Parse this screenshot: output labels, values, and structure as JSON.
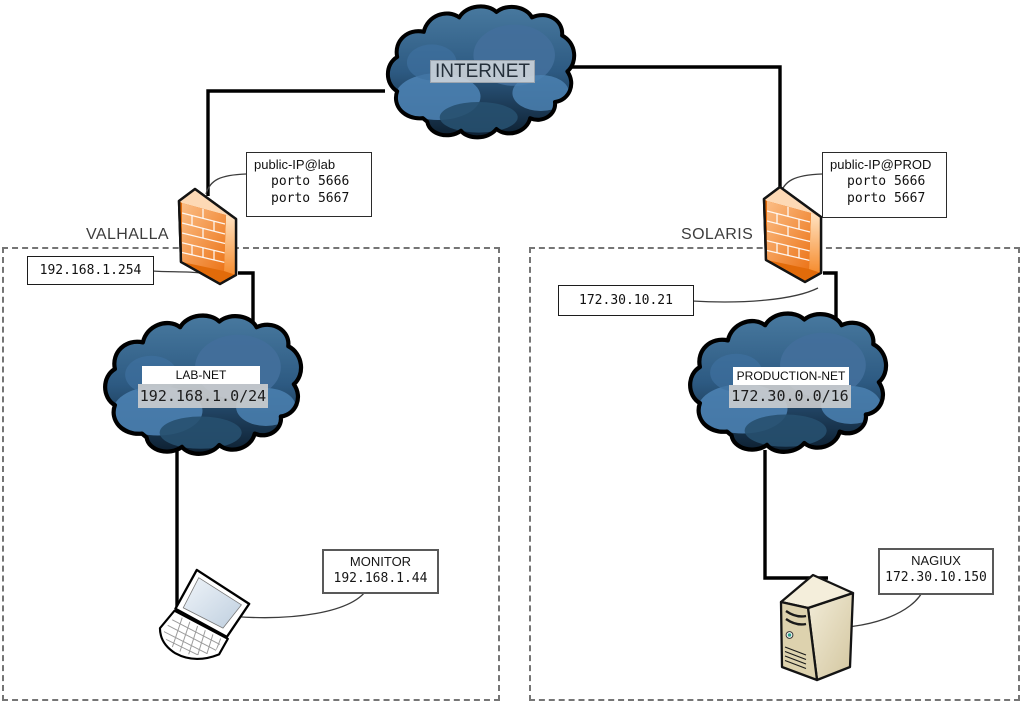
{
  "diagram": {
    "internet": {
      "label": "INTERNET",
      "icon": "cloud-icon"
    },
    "sites": {
      "lab": {
        "name": "VALHALLA",
        "firewall": {
          "icon": "firewall-icon",
          "note_title": "public-IP@lab",
          "note_lines": [
            "porto 5666",
            "porto 5667"
          ],
          "inside_ip": "192.168.1.254"
        },
        "network": {
          "icon": "cloud-icon",
          "name": "LAB-NET",
          "subnet": "192.168.1.0/24"
        },
        "host": {
          "icon": "laptop-icon",
          "name": "MONITOR",
          "ip": "192.168.1.44"
        }
      },
      "prod": {
        "name": "SOLARIS",
        "firewall": {
          "icon": "firewall-icon",
          "note_title": "public-IP@PROD",
          "note_lines": [
            "porto 5666",
            "porto 5667"
          ],
          "inside_ip": "172.30.10.21"
        },
        "network": {
          "icon": "cloud-icon",
          "name": "PRODUCTION-NET",
          "subnet": "172.30.0.0/16"
        },
        "host": {
          "icon": "server-icon",
          "name": "NAGIUX",
          "ip": "172.30.10.150"
        }
      }
    },
    "colors": {
      "firewall_orange": "#ED7D31",
      "cloud_blue": "#2E5F8A",
      "cloud_dark": "#0D1F30",
      "dashed_border": "#757575",
      "callout_border": "#595959"
    }
  }
}
